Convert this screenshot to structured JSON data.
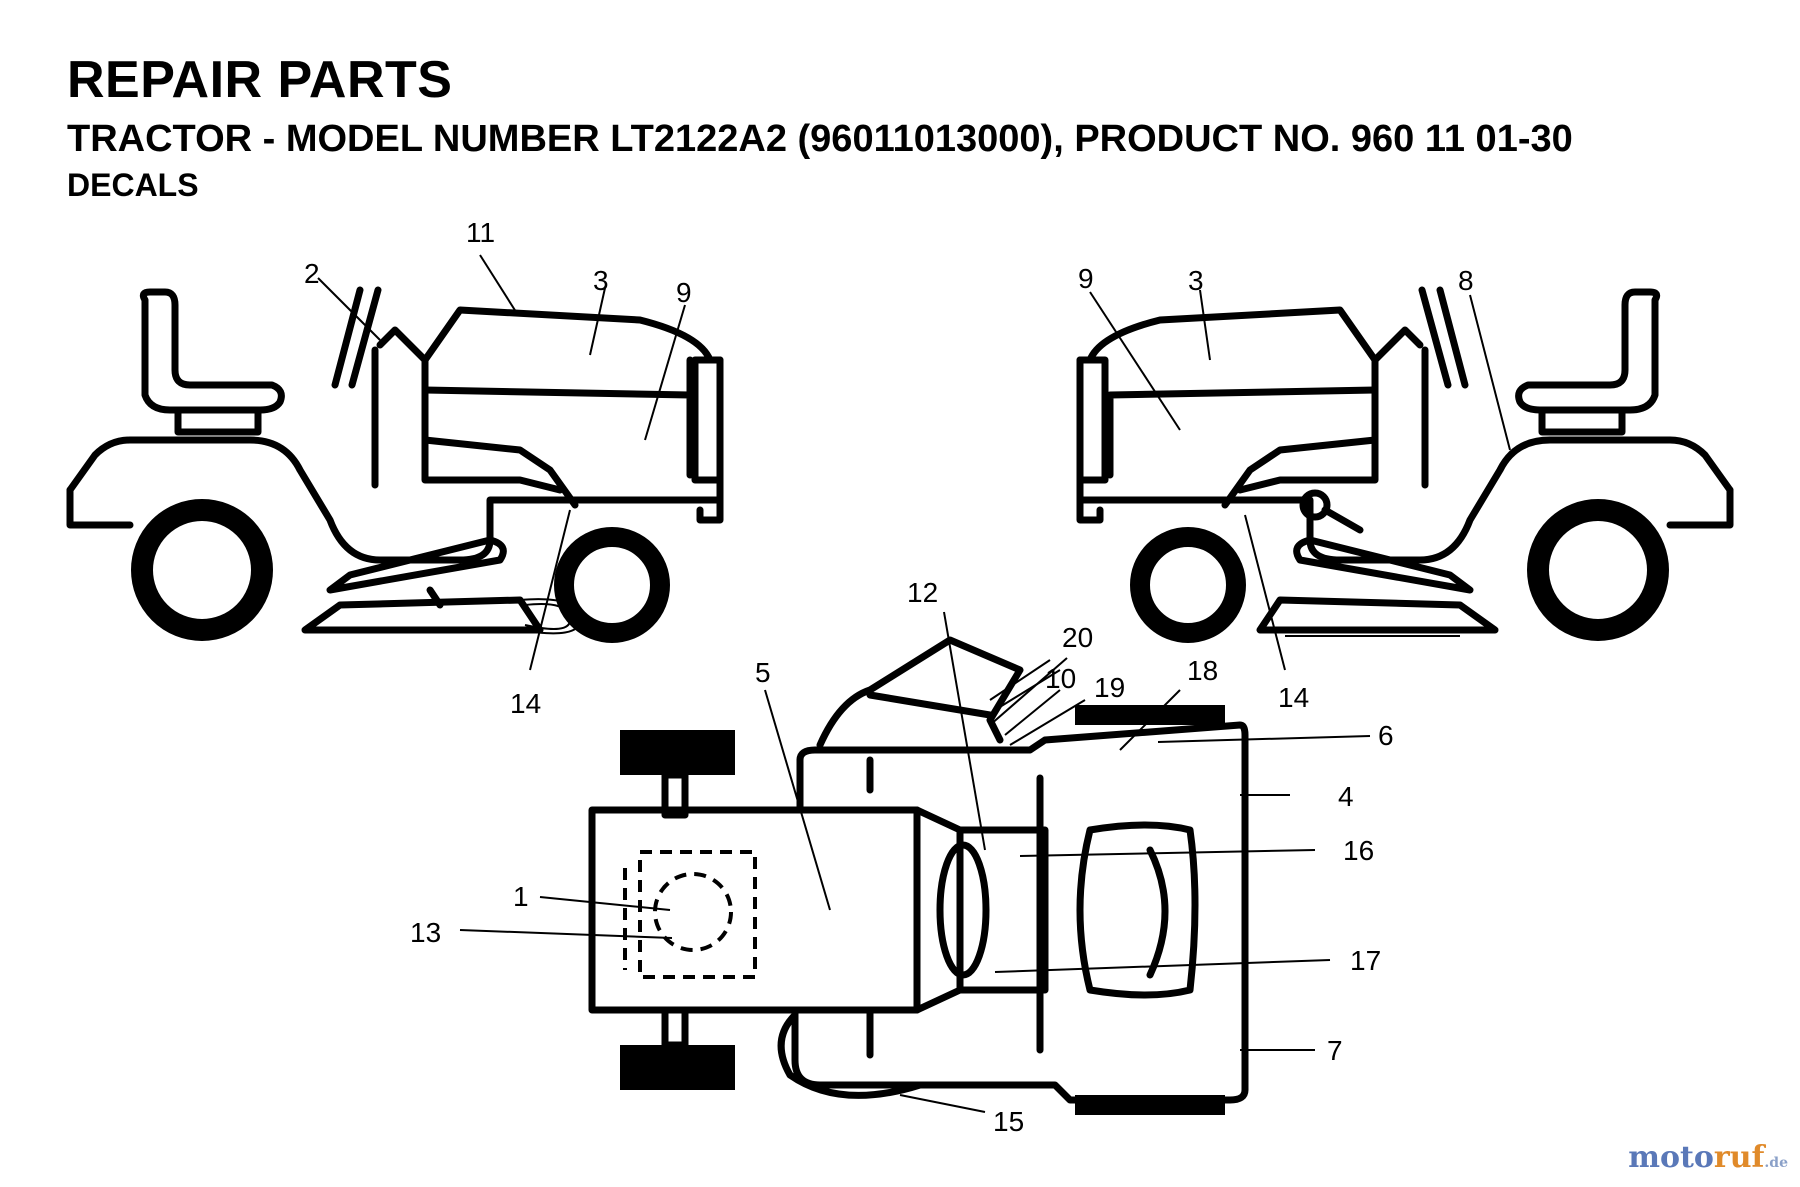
{
  "header": {
    "title": "REPAIR PARTS",
    "subtitle": "TRACTOR - MODEL NUMBER LT2122A2 (96011013000), PRODUCT NO. 960 11 01-30",
    "section": "DECALS"
  },
  "callouts": {
    "c1": "1",
    "c2": "2",
    "c3a": "3",
    "c3b": "3",
    "c4": "4",
    "c5": "5",
    "c6": "6",
    "c7": "7",
    "c8": "8",
    "c9a": "9",
    "c9b": "9",
    "c10": "10",
    "c11": "11",
    "c12": "12",
    "c13": "13",
    "c14a": "14",
    "c14b": "14",
    "c15": "15",
    "c16": "16",
    "c17": "17",
    "c18": "18",
    "c19": "19",
    "c20": "20"
  },
  "watermark": {
    "main": "moto",
    "accent": "ruf",
    "suffix": ".de"
  }
}
